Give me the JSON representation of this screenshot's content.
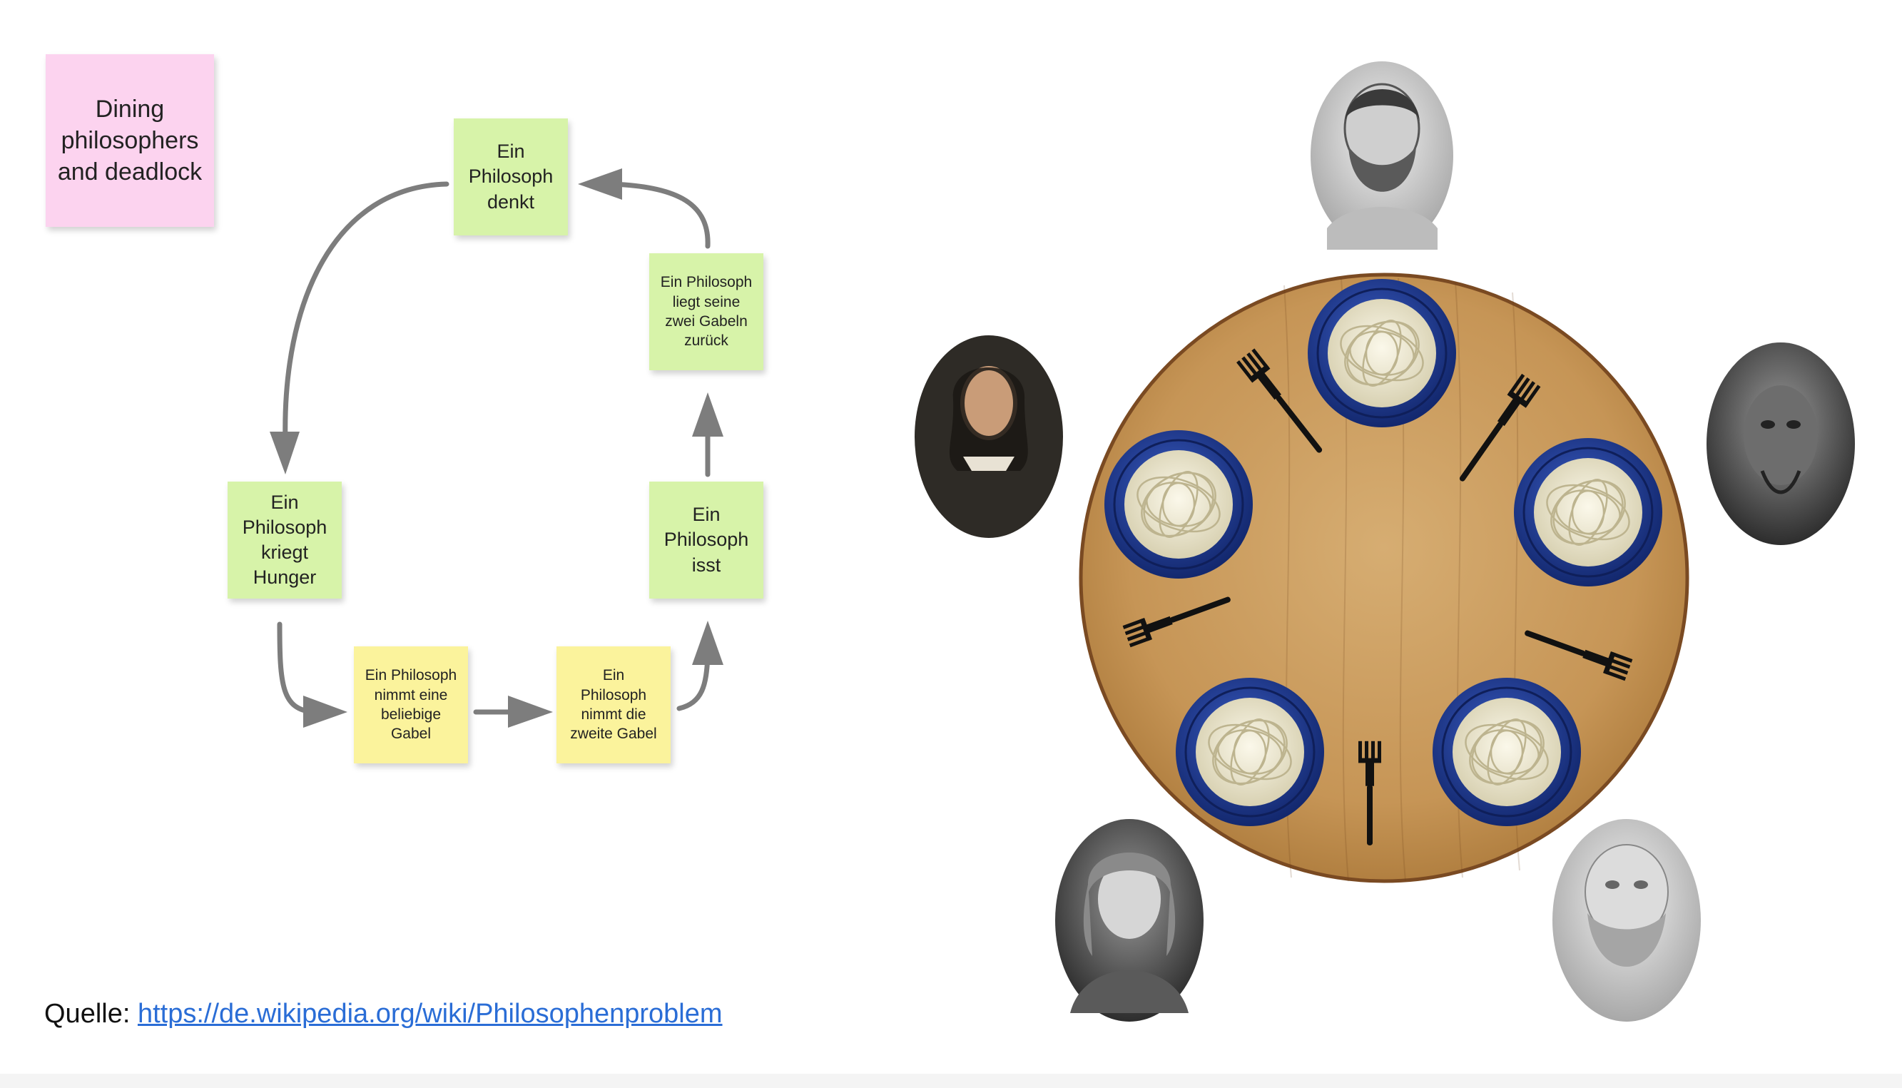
{
  "title_note": "Dining\nphilosophers\nand deadlock",
  "cycle": {
    "think": "Ein\nPhilosoph\ndenkt",
    "hungry": "Ein\nPhilosoph\nkriegt\nHunger",
    "take_any_fork": "Ein Philosoph\nnimmt eine\nbeliebige\nGabel",
    "take_second_fork": "Ein\nPhilosoph\nnimmt die\nzweite Gabel",
    "eat": "Ein\nPhilosoph\nisst",
    "put_back_forks": "Ein Philosoph\nliegt seine\nzwei Gabeln\nzurück"
  },
  "source": {
    "label": "Quelle:",
    "link": "https://de.wikipedia.org/wiki/Philosophenproblem"
  },
  "colors": {
    "note_pink": "#fcd3ef",
    "note_green": "#d7f3a9",
    "note_yellow": "#fbf39c",
    "arrow": "#7d7d7d",
    "table": "#c99a5b",
    "plate": "#1f3a8f",
    "link": "#2a6dd6"
  }
}
